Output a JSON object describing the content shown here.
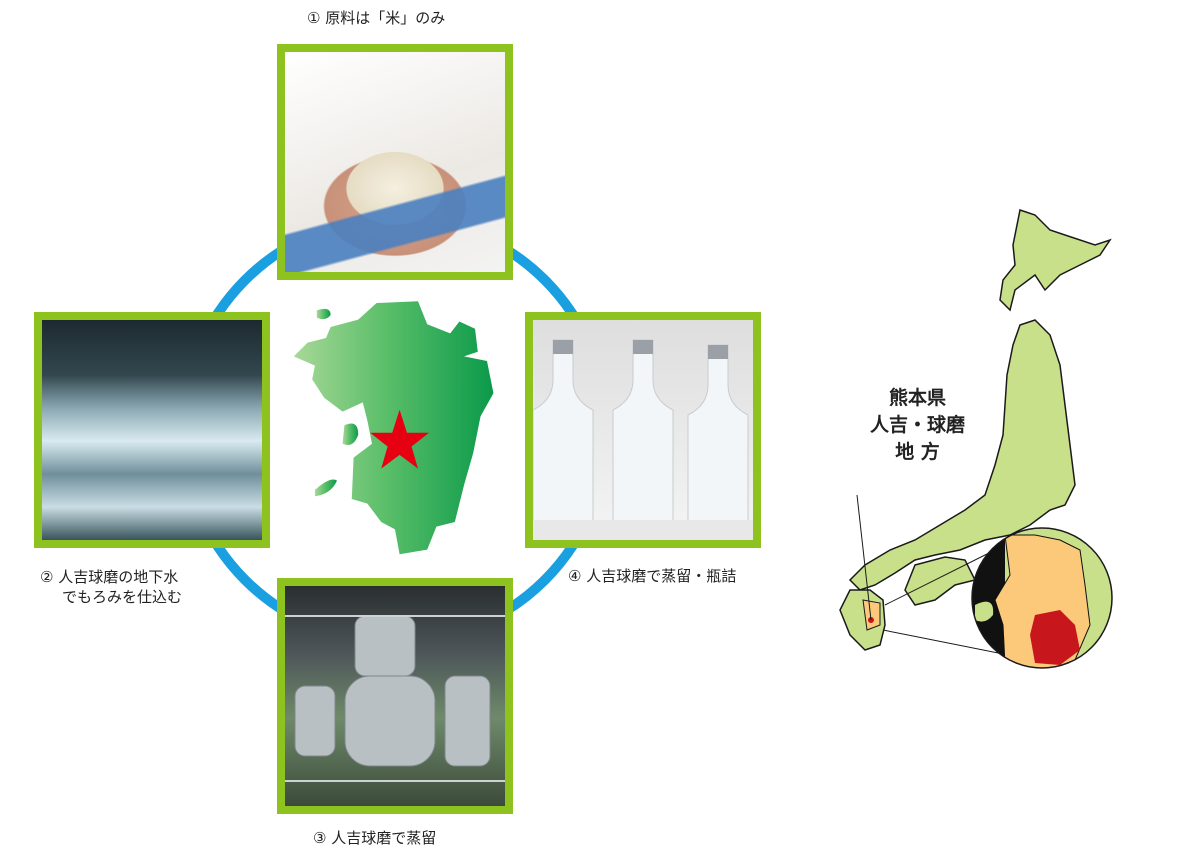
{
  "steps": [
    {
      "label": "① 原料は「米」のみ"
    },
    {
      "label_line1": "② 人吉球磨の地下水",
      "label_line2": "でもろみを仕込む"
    },
    {
      "label": "③ 人吉球磨で蒸留"
    },
    {
      "label": "④ 人吉球磨で蒸留・瓶詰"
    }
  ],
  "map": {
    "line1": "熊本県",
    "line2": "人吉・球磨",
    "line3": "地 方"
  },
  "colors": {
    "frame": "#8dc21f",
    "ring": "#1aa0e0",
    "kyushu_light": "#9fd08a",
    "kyushu_dark": "#0a9a4a",
    "star": "#e60012",
    "japan_fill": "#c8e08a",
    "kumamoto": "#fcc87a",
    "hitoyoshi": "#c8161d"
  }
}
